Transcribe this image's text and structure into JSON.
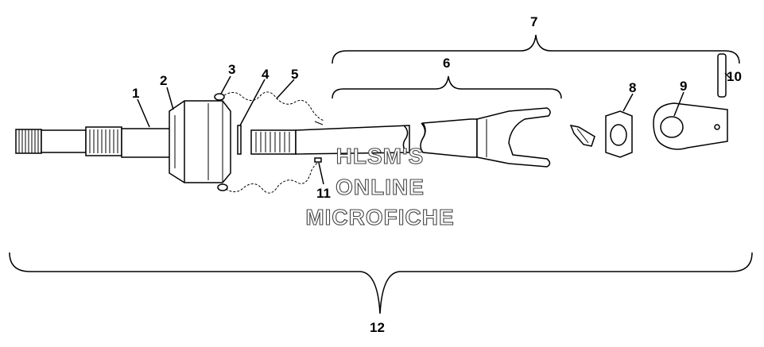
{
  "diagram": {
    "callouts": [
      "1",
      "2",
      "3",
      "4",
      "5",
      "6",
      "7",
      "8",
      "9",
      "10",
      "11",
      "12"
    ],
    "watermark": [
      "HLSM'S",
      "ONLINE",
      "MICROFICHE"
    ]
  }
}
